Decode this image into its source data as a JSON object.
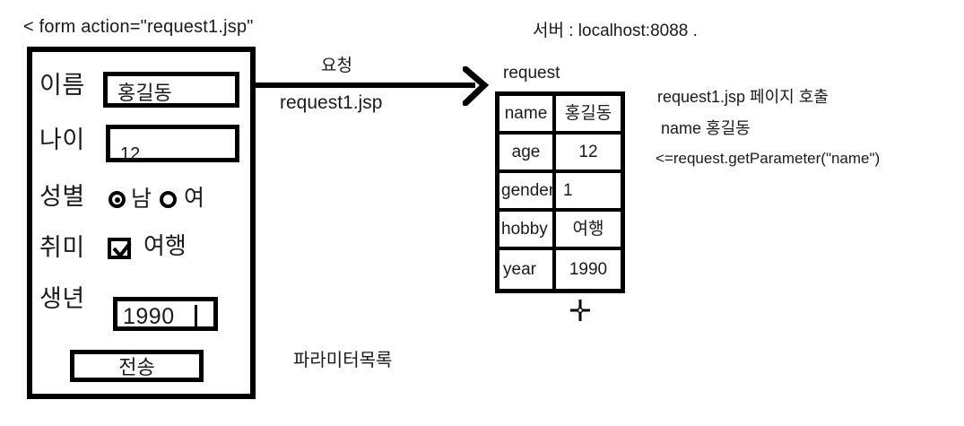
{
  "diagram": {
    "form_declaration": "< form action=\"request1.jsp\"",
    "param_list_label": "파라미터목록",
    "arrow": {
      "label_top": "요청",
      "label_bottom": "request1.jsp"
    },
    "server_label": "서버 : localhost:8088 ."
  },
  "form": {
    "fields": [
      {
        "label": "이름",
        "value": "홍길동"
      },
      {
        "label": "나이",
        "value": "12"
      },
      {
        "label": "성별",
        "value": ""
      },
      {
        "label": "취미",
        "value": ""
      },
      {
        "label": "생년",
        "value": "1990"
      }
    ],
    "gender": {
      "male_label": "남",
      "female_label": "여",
      "male_checked": true,
      "female_checked": false
    },
    "hobby": {
      "label": "여행",
      "checked": true
    },
    "submit_label": "전송"
  },
  "request_table": {
    "caption": "request",
    "rows": [
      {
        "key": "name",
        "value": "홍길동"
      },
      {
        "key": "age",
        "value": "12"
      },
      {
        "key": "gender",
        "value": "1"
      },
      {
        "key": "hobby",
        "value": "여행"
      },
      {
        "key": "year",
        "value": "1990"
      }
    ]
  },
  "notes": [
    "request1.jsp 페이지 호출",
    "name  홍길동",
    "<=request.getParameter(\"name\")"
  ],
  "colors": {
    "ink": "#000000",
    "text": "#1a1a1a",
    "background": "#ffffff"
  }
}
